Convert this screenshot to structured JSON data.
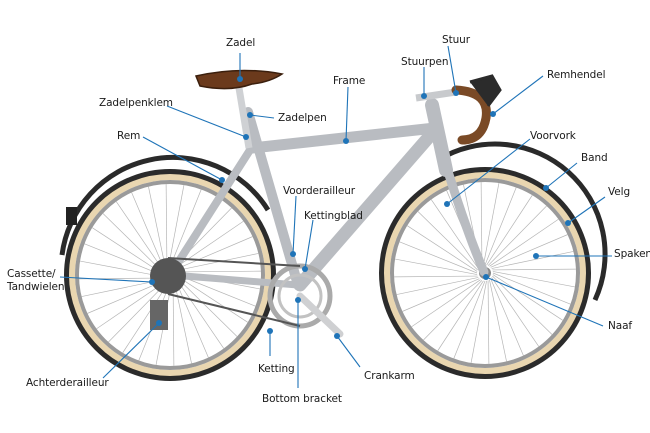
{
  "diagram": {
    "accent_color": "#1f74b8",
    "labels": {
      "zadel": "Zadel",
      "stuur": "Stuur",
      "stuurpen": "Stuurpen",
      "frame": "Frame",
      "remhendel": "Remhendel",
      "zadelpenklem": "Zadelpenklem",
      "zadelpen": "Zadelpen",
      "rem": "Rem",
      "voorvork": "Voorvork",
      "band": "Band",
      "velg": "Velg",
      "voorderailleur": "Voorderailleur",
      "kettingblad": "Kettingblad",
      "spaken": "Spaken",
      "cassette": "Cassette/",
      "tandwielen": "Tandwielen",
      "naaf": "Naaf",
      "ketting": "Ketting",
      "crankarm": "Crankarm",
      "achterderailleur": "Achterderailleur",
      "bottom_bracket": "Bottom bracket"
    }
  }
}
